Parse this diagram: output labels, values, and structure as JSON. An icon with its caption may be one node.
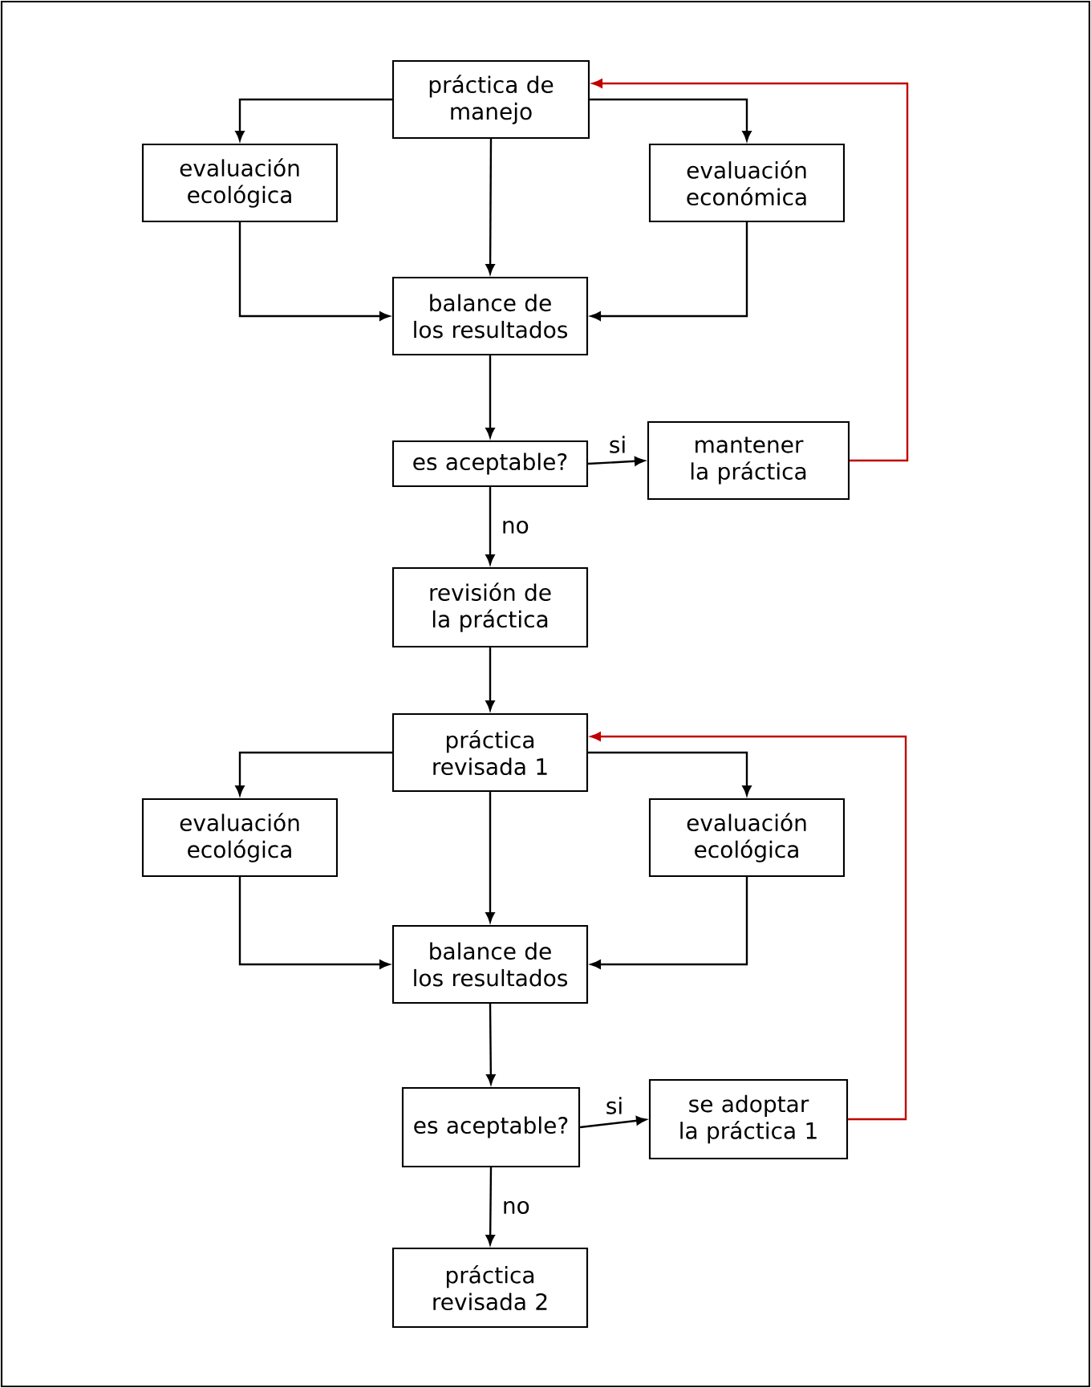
{
  "diagram": {
    "nodes": [
      {
        "text": [
          "práctica de manejo"
        ]
      },
      {
        "text": [
          "evaluación ecológica"
        ]
      },
      {
        "text": [
          "evaluación económica"
        ]
      },
      {
        "text": [
          "balance de los resultados"
        ]
      },
      {
        "text": [
          "es aceptable?"
        ]
      },
      {
        "text": [
          "mantener la práctica"
        ]
      },
      {
        "text": [
          "revisión de la práctica"
        ]
      },
      {
        "text": [
          "práctica revisada 1"
        ]
      },
      {
        "text": [
          "evaluación ecológica"
        ]
      },
      {
        "text": [
          "evaluación ecológica"
        ]
      },
      {
        "text": [
          "balance de los resultados"
        ]
      },
      {
        "text": [
          "es aceptable?"
        ]
      },
      {
        "text": [
          "se adoptar la práctica 1"
        ]
      },
      {
        "text": [
          "práctica revisada 2"
        ]
      }
    ],
    "edges": [
      {
        "from": 0,
        "to": 1,
        "arrow": "to"
      },
      {
        "from": 0,
        "to": 2,
        "arrow": "to"
      },
      {
        "from": 0,
        "to": 3,
        "arrow": "to"
      },
      {
        "from": 1,
        "to": 3,
        "arrow": "to"
      },
      {
        "from": 2,
        "to": 3,
        "arrow": "to"
      },
      {
        "from": 3,
        "to": 4,
        "arrow": "to"
      },
      {
        "from": 4,
        "to": 5,
        "label": "si",
        "arrow": "to"
      },
      {
        "from": 5,
        "to": 0,
        "arrow": "to",
        "color": "#c00000"
      },
      {
        "from": 4,
        "to": 6,
        "label": "no",
        "arrow": "to"
      },
      {
        "from": 6,
        "to": 7,
        "arrow": "to"
      },
      {
        "from": 7,
        "to": 8,
        "arrow": "to"
      },
      {
        "from": 7,
        "to": 9,
        "arrow": "to"
      },
      {
        "from": 7,
        "to": 10,
        "arrow": "to"
      },
      {
        "from": 8,
        "to": 10,
        "arrow": "to"
      },
      {
        "from": 9,
        "to": 10,
        "arrow": "to"
      },
      {
        "from": 10,
        "to": 11,
        "arrow": "to"
      },
      {
        "from": 11,
        "to": 12,
        "label": "si",
        "arrow": "to"
      },
      {
        "from": 12,
        "to": 7,
        "arrow": "to",
        "color": "#c00000"
      },
      {
        "from": 11,
        "to": 13,
        "label": "no",
        "arrow": "to"
      }
    ]
  }
}
